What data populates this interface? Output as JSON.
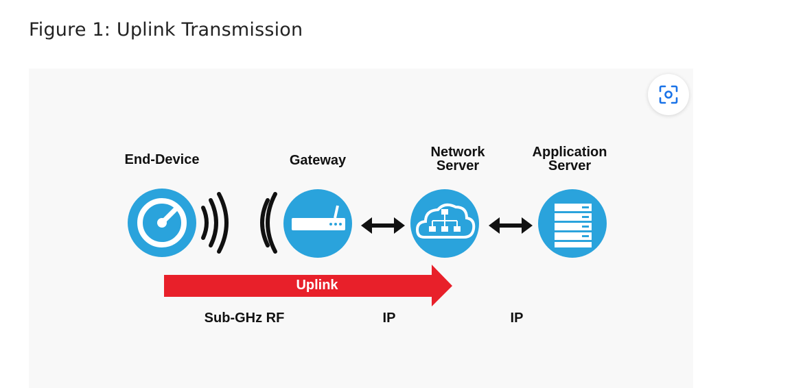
{
  "caption": "Figure 1: Uplink Transmission",
  "diagram": {
    "nodes": {
      "end_device": "End-Device",
      "gateway": "Gateway",
      "network_server": [
        "Network",
        "Server"
      ],
      "application_server": [
        "Application",
        "Server"
      ]
    },
    "uplink_label": "Uplink",
    "links": {
      "rf": "Sub-GHz RF",
      "ip1": "IP",
      "ip2": "IP"
    }
  },
  "colors": {
    "node_blue": "#2aa3dc",
    "uplink_red": "#e8202a",
    "lens_icon": "#1a73e8"
  },
  "icons": {
    "lens_button": "lens-focus-icon"
  }
}
